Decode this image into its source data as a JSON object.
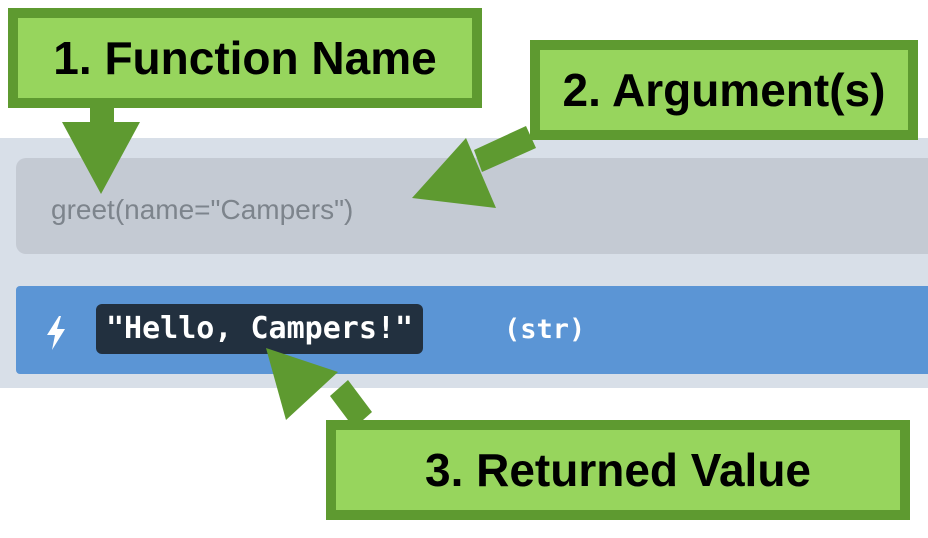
{
  "code_cell": {
    "input_text": "greet(name=\"Campers\")"
  },
  "output": {
    "icon": "lightning-bolt-icon",
    "value": "\"Hello, Campers!\"",
    "type_label": "(str)"
  },
  "callouts": {
    "function_name": "1. Function Name",
    "arguments": "2. Argument(s)",
    "returned_value": "3. Returned Value"
  },
  "colors": {
    "callout_fill": "#97d55d",
    "callout_border": "#5e9a30",
    "output_bar": "#5b95d5",
    "value_chip": "#22303f"
  }
}
